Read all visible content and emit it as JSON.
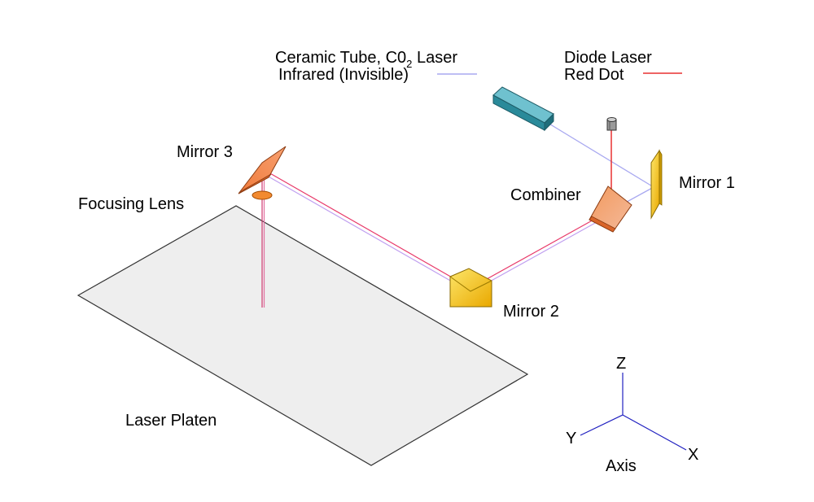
{
  "legend": {
    "co2_line1": "Ceramic Tube, C0",
    "co2_subscript": "2",
    "co2_line1_suffix": " Laser",
    "co2_line2": "Infrared (Invisible)",
    "diode_line1": "Diode Laser",
    "diode_line2": "Red Dot"
  },
  "labels": {
    "mirror1": "Mirror 1",
    "mirror2": "Mirror 2",
    "mirror3": "Mirror 3",
    "combiner": "Combiner",
    "focusing_lens": "Focusing Lens",
    "laser_platen": "Laser Platen"
  },
  "axis": {
    "z": "Z",
    "y": "Y",
    "x": "X",
    "caption": "Axis"
  },
  "colors": {
    "infrared_beam": "#a8a8f0",
    "red_beam": "#e83030",
    "combined_beam": "#e0508a",
    "axis_line": "#2020c0",
    "platen_fill": "#eeeeee",
    "mirror_gold": "#f5c518",
    "combiner_orange": "#f07a3a",
    "tube_teal": "#2a8a9a"
  }
}
